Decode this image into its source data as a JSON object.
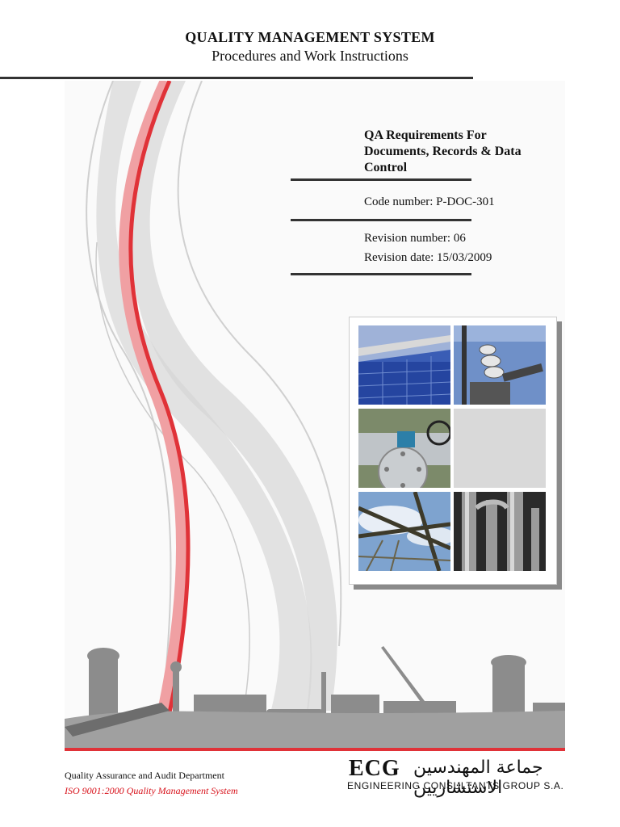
{
  "header": {
    "title": "QUALITY MANAGEMENT SYSTEM",
    "subtitle": "Procedures and Work Instructions"
  },
  "document": {
    "title_line1": "QA Requirements For",
    "title_line2": "Documents, Records & Data",
    "title_line3": "Control",
    "code_number": "Code number: P-DOC-301",
    "revision_number": "Revision number: 06",
    "revision_date": "Revision date: 15/03/2009"
  },
  "photos": [
    {
      "name": "building-facade"
    },
    {
      "name": "power-insulators"
    },
    {
      "name": "pipe-valves"
    },
    {
      "name": "blank-tile"
    },
    {
      "name": "steel-roof-structure"
    },
    {
      "name": "industrial-pipes"
    }
  ],
  "footer": {
    "department": "Quality Assurance and Audit Department",
    "iso": "ISO 9001:2000 Quality Management System",
    "logo_abbr": "ECG",
    "logo_arabic": "جماعة المهندسين الاستشاريين",
    "logo_full": "ENGINEERING CONSULTANTS GROUP S.A."
  },
  "colors": {
    "accent_red": "#e03238",
    "rule": "#333333"
  }
}
